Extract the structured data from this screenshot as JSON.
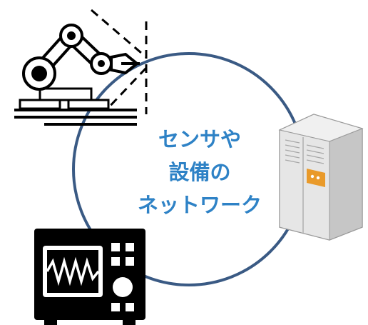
{
  "network_label": {
    "line1": "センサや",
    "line2": "設備の",
    "line3": "ネットワーク"
  },
  "colors": {
    "ring": "#3a5a84",
    "label_text": "#2e82c6",
    "icon_dark": "#000000",
    "server_body": "#e3e3e3",
    "server_plate": "#e99a2a"
  },
  "icons": [
    "robot-arm-icon",
    "server-icon",
    "oscilloscope-icon",
    "sensor-view-lines"
  ]
}
